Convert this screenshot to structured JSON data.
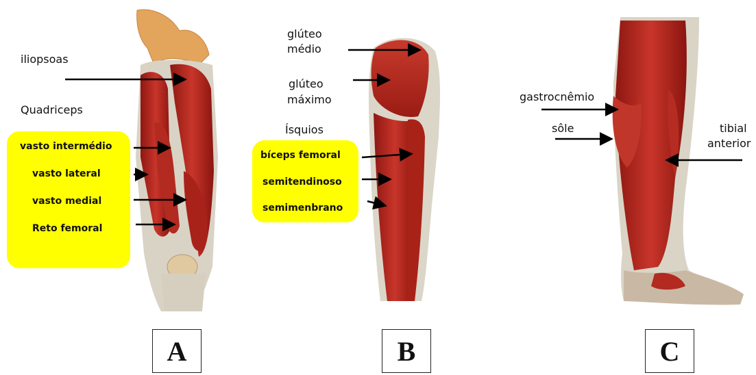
{
  "panels": {
    "A": {
      "letter": "A",
      "labels": {
        "iliopsoas": "iliopsoas",
        "quadriceps": "Quadriceps",
        "vasto_intermedio": "vasto intermédio",
        "vasto_lateral": "vasto lateral",
        "vasto_medial": "vasto medial",
        "reto_femoral": "Reto femoral"
      }
    },
    "B": {
      "letter": "B",
      "labels": {
        "gluteo_medio_1": "glúteo",
        "gluteo_medio_2": "médio",
        "gluteo_maximo_1": "glúteo",
        "gluteo_maximo_2": "máximo",
        "isquios": "Ísquios",
        "biceps_femoral": "bíceps femoral",
        "semitendinoso": "semitendinoso",
        "semimenbrano": "semimenbrano"
      }
    },
    "C": {
      "letter": "C",
      "labels": {
        "gastrocnemio": "gastrocnêmio",
        "sole": "sôle",
        "tibial_1": "tibial",
        "tibial_2": "anterior"
      }
    }
  },
  "colors": {
    "highlight": "#ffff00",
    "muscle": "#b0201a",
    "tendon": "#d8d0c0",
    "bone": "#e8a85a"
  }
}
